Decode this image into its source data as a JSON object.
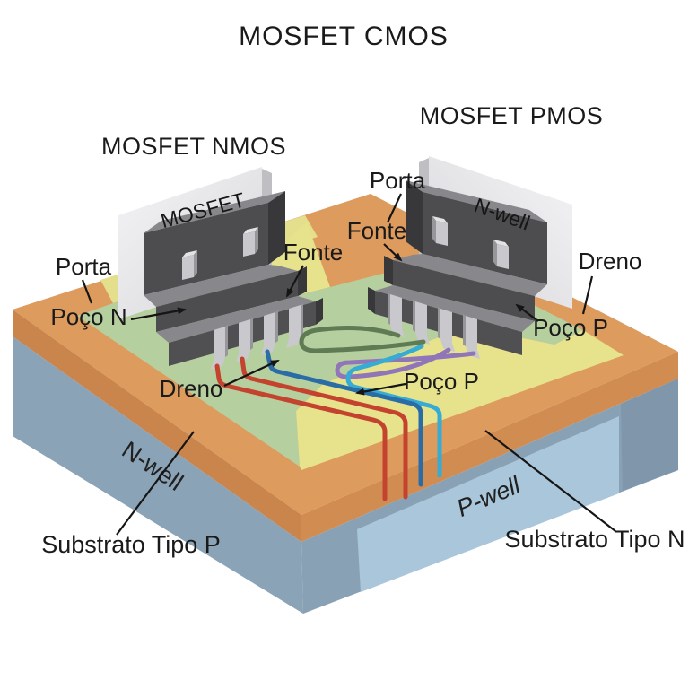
{
  "title": "MOSFET CMOS",
  "headings": {
    "nmos": "MOSFET NMOS",
    "pmos": "MOSFET PMOS"
  },
  "annotations": {
    "porta_left": "Porta",
    "poco_n": "Poço N",
    "fonte_nmos": "Fonte",
    "porta_center": "Porta",
    "fonte_pmos": "Fonte",
    "dreno_right": "Dreno",
    "poco_p_right": "Poço P",
    "dreno_center": "Dreno",
    "poco_p_center": "Poço P",
    "substrato_p": "Substrato Tipo P",
    "substrato_n": "Substrato Tipo N"
  },
  "surface_texts": {
    "nmos_panel": "MOSFET",
    "pmos_panel": "N-well",
    "left_face": "N-well",
    "right_face": "P-well"
  },
  "colors": {
    "top_orange": "#dd9b5e",
    "rim_side_left": "#c9854c",
    "rim_side_right": "#d18c52",
    "green": "#b6cf9f",
    "yellow": "#e7e38c",
    "yellow_strip": "#e3df8d",
    "face_left": "#8ba3b7",
    "face_right": "#89a1b5",
    "face_corner": "#8096aa",
    "pwell_panel": "#a9c6da",
    "body_front": "#4d4d50",
    "body_top": "#88888c",
    "body_side": "#38383b",
    "panel_light": "#ececef",
    "panel_edge": "#bfbfc3",
    "pin": "#c9c9cd",
    "wire_red": "#c4432e",
    "wire_blue": "#2a6ca6",
    "wire_cyan": "#36abd4",
    "wire_purple": "#9076b8",
    "wire_green": "#5f7b54",
    "label": "#1a1a1a"
  }
}
